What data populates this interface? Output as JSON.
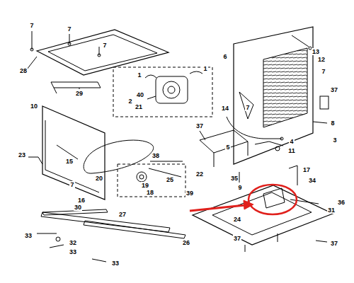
{
  "diagram": {
    "labels": [
      "7",
      "7",
      "7",
      "28",
      "29",
      "1",
      "1",
      "40",
      "2",
      "21",
      "10",
      "6",
      "13",
      "12",
      "7",
      "7",
      "37",
      "8",
      "3",
      "14",
      "37",
      "5",
      "4",
      "11",
      "23",
      "15",
      "38",
      "22",
      "25",
      "20",
      "19",
      "18",
      "39",
      "7",
      "17",
      "35",
      "9",
      "34",
      "36",
      "31",
      "16",
      "30",
      "27",
      "24",
      "37",
      "26",
      "33",
      "32",
      "33",
      "33",
      "37"
    ]
  }
}
